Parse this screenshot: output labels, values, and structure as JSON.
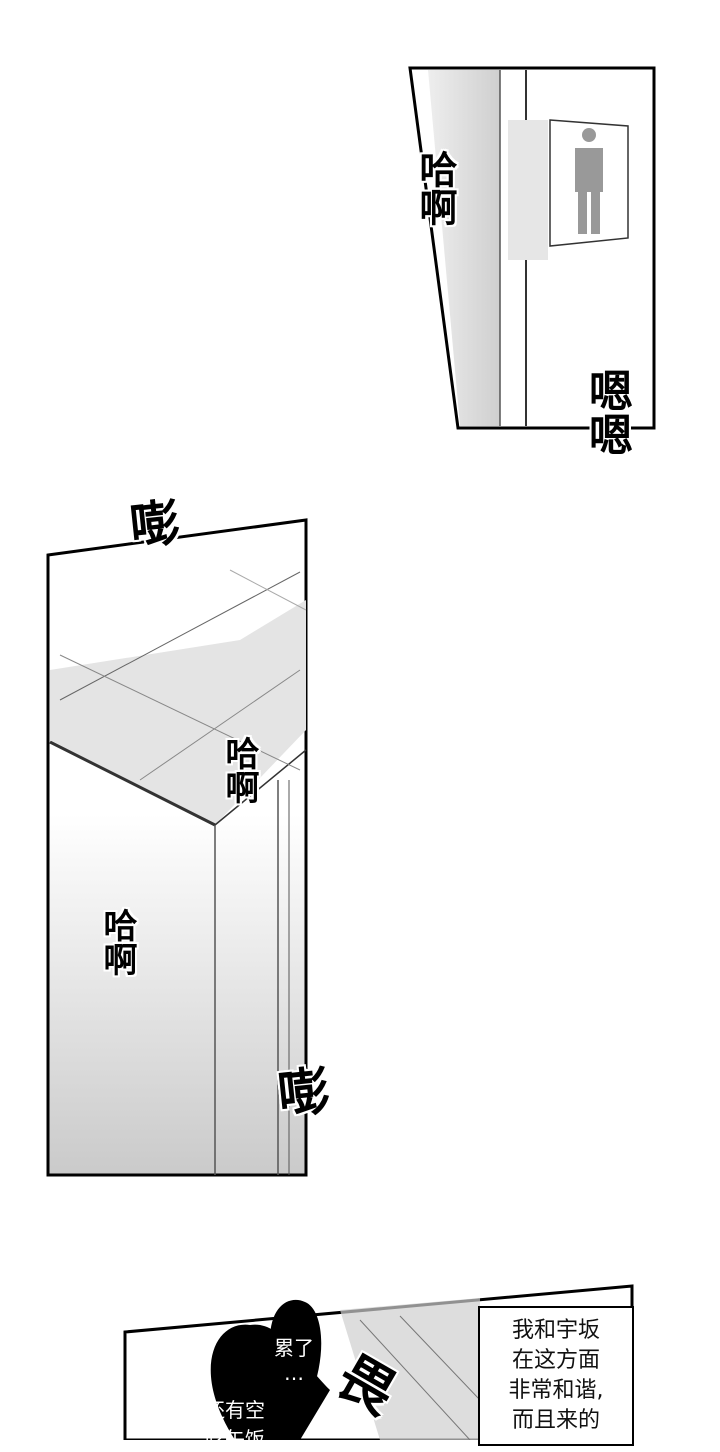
{
  "panels": [
    {
      "id": "panel-1",
      "description": "restroom door with male sign",
      "sfx": [
        {
          "text": "哈啊",
          "role": "breathing"
        },
        {
          "text": "嗯嗯",
          "role": "moan"
        }
      ],
      "sign_icon": "male-restroom-icon"
    },
    {
      "id": "panel-2",
      "description": "toilet stall ceiling view",
      "sfx": [
        {
          "text": "嘭",
          "role": "bang-top"
        },
        {
          "text": "哈啊",
          "role": "breathing-upper"
        },
        {
          "text": "哈啊",
          "role": "breathing-lower"
        },
        {
          "text": "嘭",
          "role": "bang-bottom"
        }
      ]
    },
    {
      "id": "panel-3",
      "description": "partial panel cut off",
      "bubbles": [
        {
          "text": "累了",
          "extra": "…"
        },
        {
          "text": "还有空",
          "line2": "吃午饭"
        }
      ],
      "sfx": [
        {
          "text": "畏",
          "role": "partial"
        }
      ],
      "caption": {
        "lines": [
          "我和宇坂",
          "在这方面",
          "非常和谐,",
          "而且来的"
        ]
      }
    }
  ],
  "colors": {
    "ink": "#000000",
    "paper": "#ffffff",
    "tone": "#d8d8d8"
  }
}
